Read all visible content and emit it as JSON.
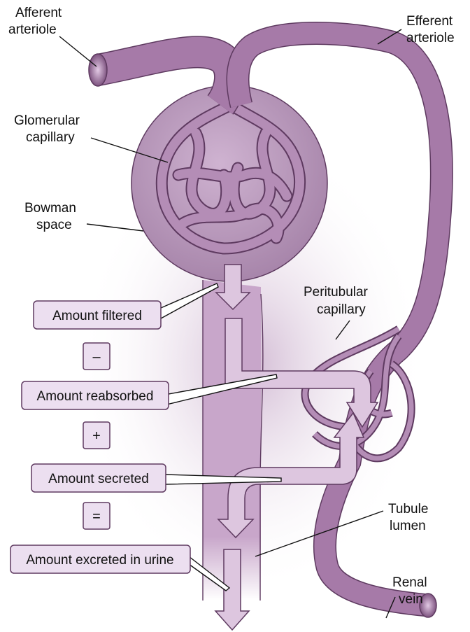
{
  "labels": {
    "afferent": [
      "Afferent",
      "arteriole"
    ],
    "efferent": [
      "Efferent",
      "arteriole"
    ],
    "glomerular": [
      "Glomerular",
      "capillary"
    ],
    "bowman": [
      "Bowman",
      "space"
    ],
    "peritubular": [
      "Peritubular",
      "capillary"
    ],
    "tubule": [
      "Tubule",
      "lumen"
    ],
    "renal": [
      "Renal",
      "vein"
    ]
  },
  "equation": {
    "filtered": "Amount filtered",
    "minus": "–",
    "reabsorbed": "Amount reabsorbed",
    "plus": "+",
    "secreted": "Amount secreted",
    "equals": "=",
    "excreted": "Amount excreted in urine"
  },
  "colors": {
    "vessel": "#a67aa8",
    "vessel_dark": "#5e3a60",
    "tubule": "#c9a8cb",
    "bowman": "#b894ba",
    "box_fill": "#ecdff0",
    "glow": "#d8c2da"
  }
}
